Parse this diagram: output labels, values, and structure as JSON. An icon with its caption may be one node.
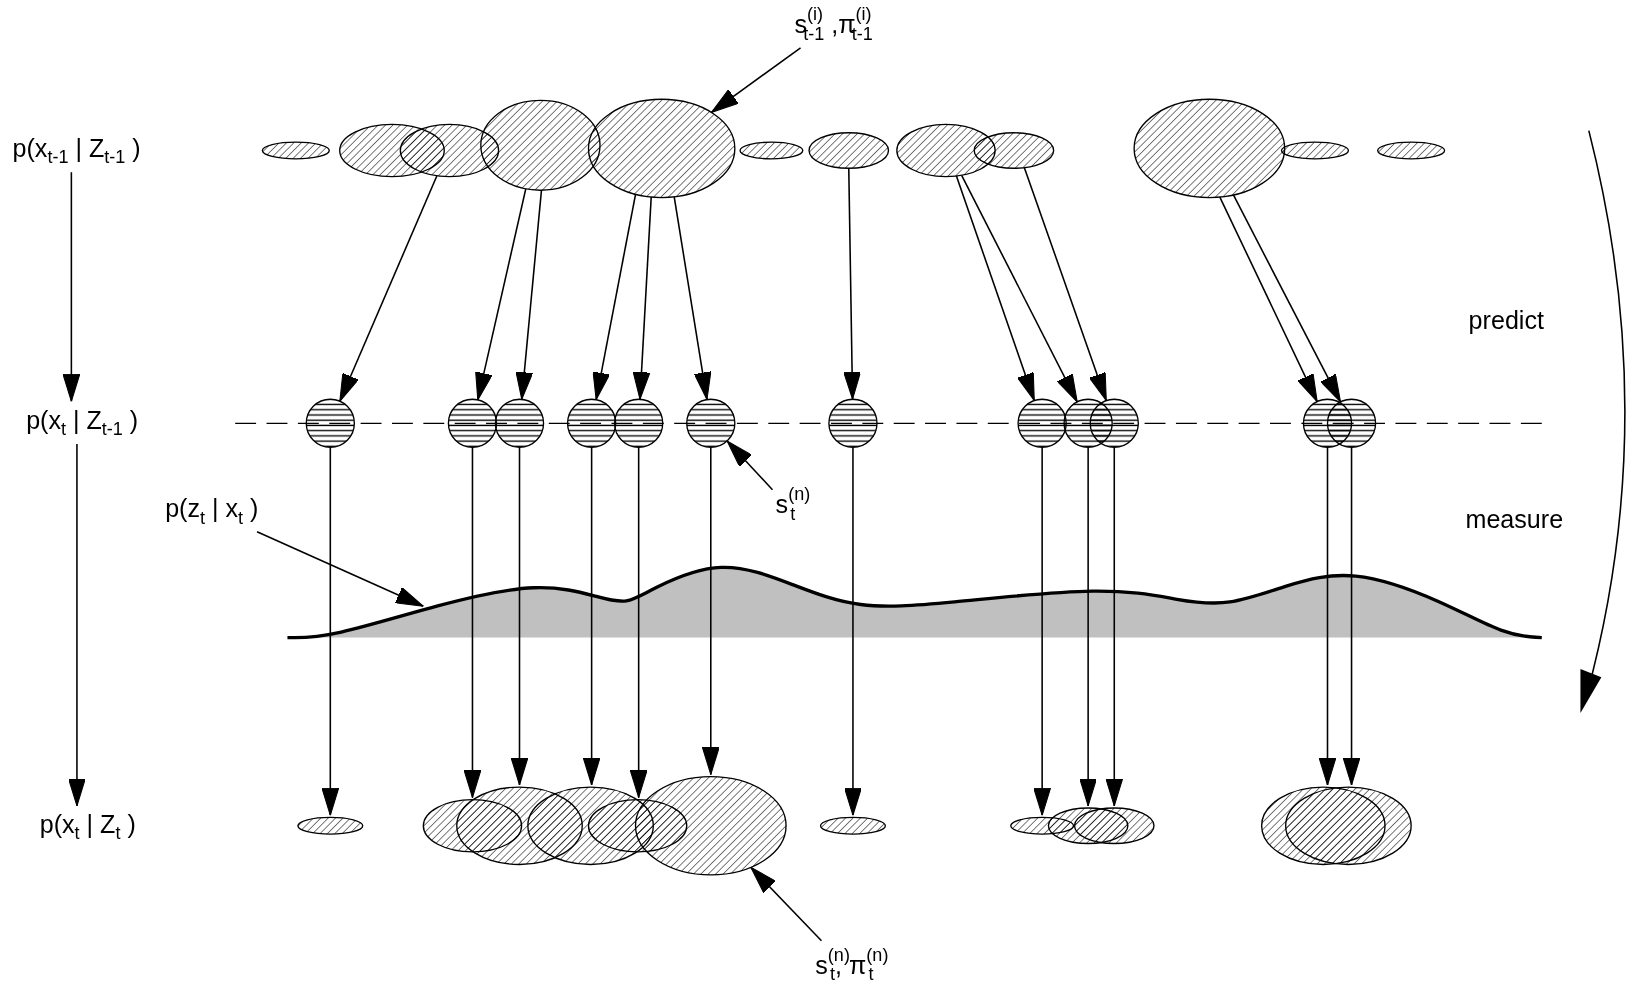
{
  "diagram": {
    "nodes": [
      {
        "text": [
          "p(x$_{t-1}$ | Z$_{t-1}$ )"
        ]
      },
      {
        "text": [
          "p(x$_{t}$ | Z$_{t-1}$ )"
        ]
      },
      {
        "text": [
          "p(x$_{t}$ | Z$_{t}$ )"
        ]
      },
      {
        "text": [],
        "shape": "ellipse"
      },
      {
        "text": [],
        "shape": "ellipse"
      },
      {
        "text": [],
        "shape": "ellipse"
      },
      {
        "text": [],
        "shape": "ellipse"
      },
      {
        "text": [],
        "shape": "ellipse"
      },
      {
        "text": [],
        "shape": "ellipse"
      },
      {
        "text": [],
        "shape": "ellipse"
      },
      {
        "text": [],
        "shape": "ellipse"
      },
      {
        "text": [],
        "shape": "ellipse"
      },
      {
        "text": [],
        "shape": "ellipse"
      },
      {
        "text": [],
        "shape": "ellipse"
      },
      {
        "text": [],
        "shape": "ellipse"
      },
      {
        "text": [],
        "shape": "circle"
      },
      {
        "text": [],
        "shape": "circle"
      },
      {
        "text": [],
        "shape": "circle"
      },
      {
        "text": [],
        "shape": "circle"
      },
      {
        "text": [],
        "shape": "circle"
      },
      {
        "text": [],
        "shape": "circle"
      },
      {
        "text": [],
        "shape": "circle"
      },
      {
        "text": [],
        "shape": "circle"
      },
      {
        "text": [],
        "shape": "circle"
      },
      {
        "text": [],
        "shape": "circle"
      },
      {
        "text": [],
        "shape": "circle"
      },
      {
        "text": [],
        "shape": "circle"
      },
      {
        "text": [],
        "shape": "ellipse"
      },
      {
        "text": [],
        "shape": "ellipse"
      },
      {
        "text": [],
        "shape": "ellipse"
      },
      {
        "text": [],
        "shape": "ellipse"
      },
      {
        "text": [],
        "shape": "ellipse"
      },
      {
        "text": [],
        "shape": "ellipse"
      },
      {
        "text": [],
        "shape": "ellipse"
      },
      {
        "text": [],
        "shape": "ellipse"
      },
      {
        "text": [],
        "shape": "ellipse"
      },
      {
        "text": [],
        "shape": "ellipse"
      },
      {
        "text": [],
        "shape": "ellipse"
      },
      {
        "text": [],
        "shape": "ellipse"
      },
      {
        "text": [
          "s$^{(i)}$$_{t-1}$ ,π$^{(i)}$$_{t-1}$"
        ]
      },
      {
        "text": [
          "s$^{(n)}$$_{t}$"
        ]
      },
      {
        "text": [
          "p(z$_{t}$ | x$_{t}$ )"
        ]
      },
      {
        "text": [
          "s$^{(n)}$$_{t}$, π$^{(n)}$$_{t}$"
        ]
      }
    ],
    "edges": [
      {
        "from": 0,
        "to": 1,
        "arrow": "to"
      },
      {
        "from": 1,
        "to": 2,
        "arrow": "to"
      },
      {
        "from": 5,
        "to": 15,
        "arrow": "to"
      },
      {
        "from": 6,
        "to": 16,
        "arrow": "to"
      },
      {
        "from": 6,
        "to": 17,
        "arrow": "to"
      },
      {
        "from": 7,
        "to": 18,
        "arrow": "to"
      },
      {
        "from": 7,
        "to": 19,
        "arrow": "to"
      },
      {
        "from": 7,
        "to": 20,
        "arrow": "to"
      },
      {
        "from": 9,
        "to": 21,
        "arrow": "to"
      },
      {
        "from": 10,
        "to": 22,
        "arrow": "to"
      },
      {
        "from": 10,
        "to": 23,
        "arrow": "to"
      },
      {
        "from": 11,
        "to": 24,
        "arrow": "to"
      },
      {
        "from": 12,
        "to": 25,
        "arrow": "to"
      },
      {
        "from": 12,
        "to": 26,
        "arrow": "to"
      },
      {
        "from": 15,
        "to": 27,
        "arrow": "to"
      },
      {
        "from": 16,
        "to": 28,
        "arrow": "to"
      },
      {
        "from": 17,
        "to": 29,
        "arrow": "to"
      },
      {
        "from": 18,
        "to": 30,
        "arrow": "to"
      },
      {
        "from": 19,
        "to": 31,
        "arrow": "to"
      },
      {
        "from": 20,
        "to": 32,
        "arrow": "to"
      },
      {
        "from": 21,
        "to": 33,
        "arrow": "to"
      },
      {
        "from": 22,
        "to": 34,
        "arrow": "to"
      },
      {
        "from": 23,
        "to": 35,
        "arrow": "to"
      },
      {
        "from": 24,
        "to": 36,
        "arrow": "to"
      },
      {
        "from": 25,
        "to": 37,
        "arrow": "to"
      },
      {
        "from": 26,
        "to": 38,
        "arrow": "to"
      },
      {
        "from": 39,
        "to": 7,
        "arrow": "to"
      },
      {
        "from": 40,
        "to": 20,
        "arrow": "to"
      },
      {
        "from": 41,
        "to": null,
        "arrow": "to"
      },
      {
        "from": 42,
        "to": 32,
        "arrow": "to"
      }
    ],
    "labels": [
      "predict",
      "measure"
    ]
  }
}
